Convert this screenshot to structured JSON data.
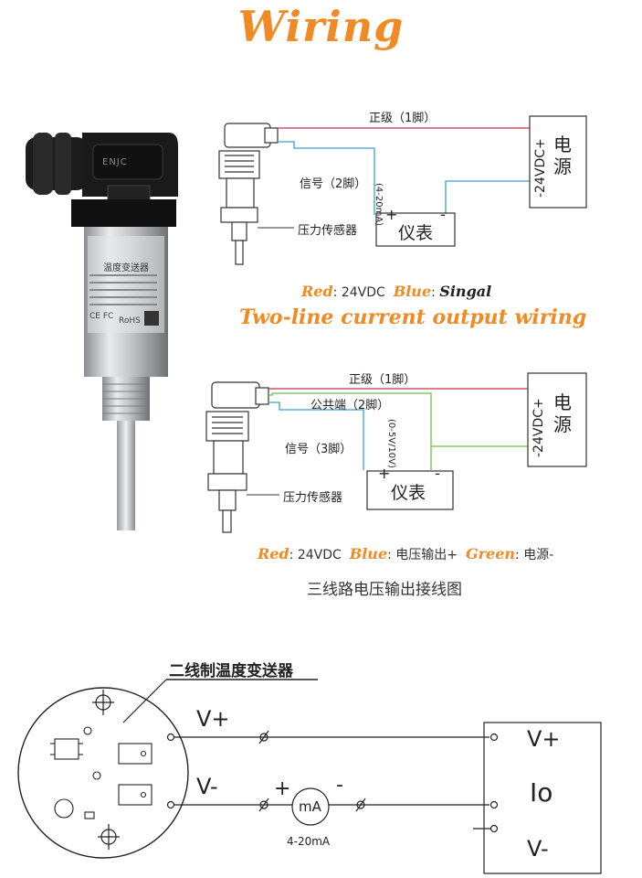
{
  "title": "Wiring",
  "diagram1": {
    "pos_label": "正级（1脚）",
    "signal_label": "信号（2脚）",
    "current_label": "(4-20mA)",
    "sensor_label": "压力传感器",
    "supply_voltage": "-24VDC+",
    "supply_label": "电源",
    "meter_label": "仪表",
    "plus": "+",
    "minus": "-"
  },
  "legend1": {
    "red_key": "Red",
    "red_val": "24VDC",
    "blue_key": "Blue",
    "blue_val": "Singal",
    "sep": ":"
  },
  "subtitle": "Two-line current output wiring",
  "diagram2": {
    "pos_label": "正级（1脚）",
    "common_label": "公共端（2脚）",
    "signal_label": "信号（3脚）",
    "voltage_label": "(0-5V/10V)",
    "sensor_label": "压力传感器",
    "supply_voltage": "-24VDC+",
    "supply_label": "电源",
    "meter_label": "仪表",
    "plus": "+",
    "minus": "-"
  },
  "legend2": {
    "red_key": "Red",
    "red_val": "24VDC",
    "blue_key": "Blue",
    "blue_val": "电压输出+",
    "green_key": "Green",
    "green_val": "电源-",
    "sep": ":"
  },
  "caption": "三线路电压输出接线图",
  "product": {
    "plate_title": "温度变送器",
    "connector_brand": "ENJC",
    "rohs": "RoHS",
    "ce": "CE FC"
  },
  "diagram3": {
    "title": "二线制温度变送器",
    "vplus": "V+",
    "vminus": "V-",
    "meter": "mA",
    "meter_plus": "+",
    "meter_minus": "-",
    "range": "4-20mA",
    "term_vplus": "V+",
    "term_io": "Io",
    "term_vminus": "V-"
  },
  "colors": {
    "accent": "#f08a24",
    "red_wire": "#c0304a",
    "blue_wire": "#3aa0c8",
    "green_wire": "#6abf4b"
  }
}
